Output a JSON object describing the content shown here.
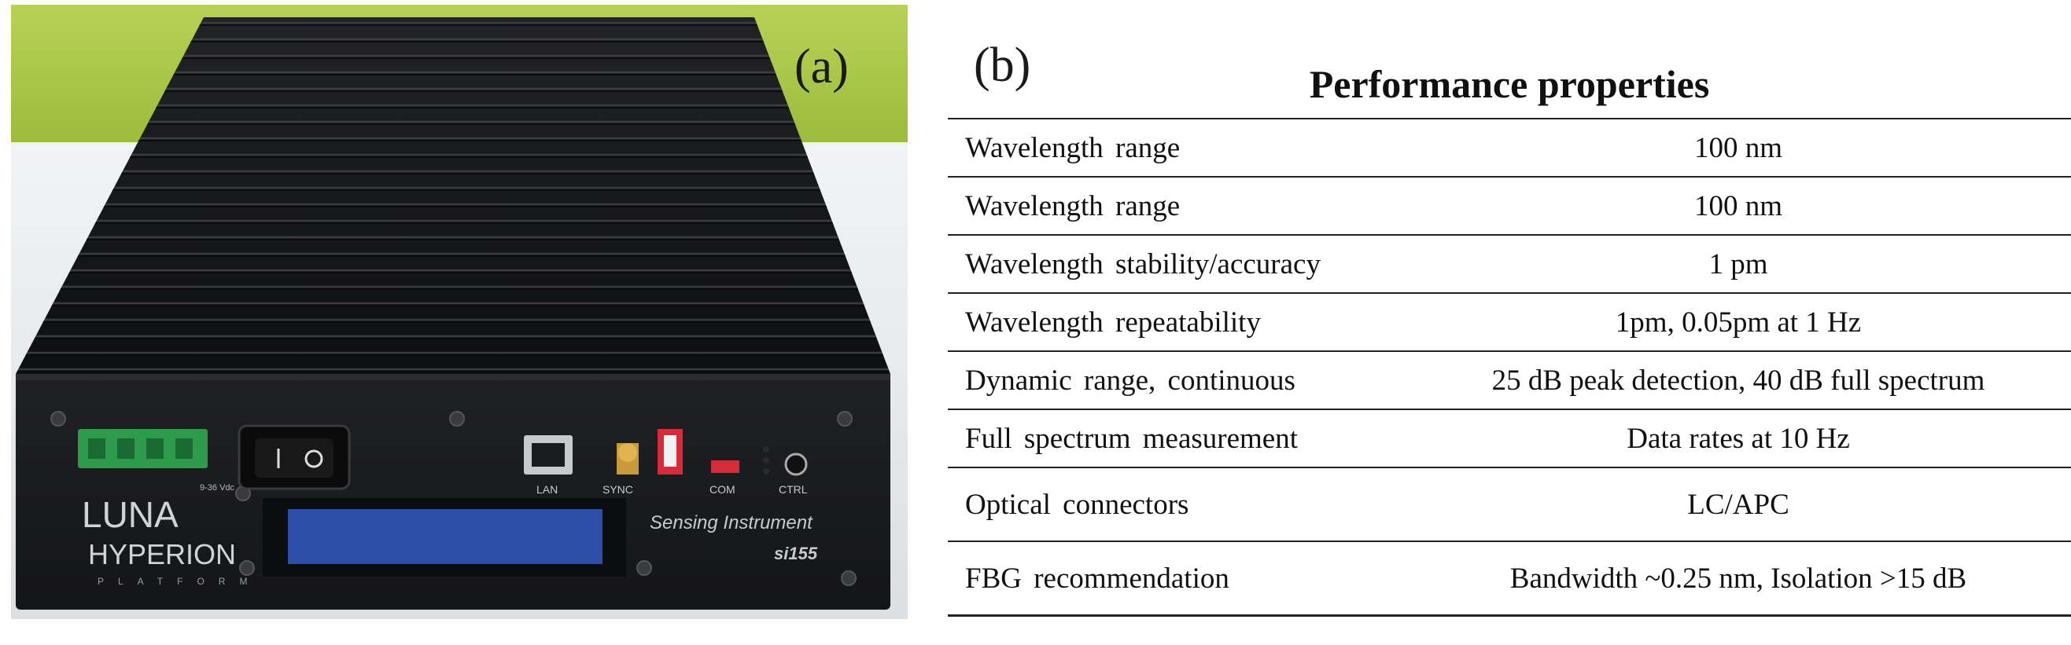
{
  "panel_labels": {
    "a": "(a)",
    "b": "(b)"
  },
  "device": {
    "brand": "LUNA",
    "product": "HYPERION",
    "sub_brand": "PLATFORM",
    "panel_text": "Sensing Instrument",
    "model": "si155",
    "power_label": "9-36 Vdc",
    "port_labels": [
      "LAN",
      "SYNC",
      "COM",
      "CTRL"
    ]
  },
  "table": {
    "title": "Performance properties",
    "rows": [
      {
        "property": "Wavelength  range",
        "value": "100 nm"
      },
      {
        "property": "Wavelength  range",
        "value": "100 nm"
      },
      {
        "property": "Wavelength  stability/accuracy",
        "value": "1 pm"
      },
      {
        "property": "Wavelength  repeatability",
        "value": "1pm,   0.05pm at 1 Hz"
      },
      {
        "property": "Dynamic range, continuous",
        "value": "25 dB peak detection, 40 dB full spectrum"
      },
      {
        "property": "Full spectrum measurement",
        "value": "Data rates at 10 Hz"
      },
      {
        "property": "Optical connectors",
        "value": "LC/APC"
      },
      {
        "property": "FBG recommendation",
        "value": "Bandwidth ~0.25 nm, Isolation >15 dB"
      }
    ]
  },
  "colors": {
    "background_wall": "#a8c84a",
    "desk": "#e8eaec",
    "device_body": "#1b1c1e",
    "lcd": "#2d4fa8",
    "table_rule": "#222222"
  }
}
